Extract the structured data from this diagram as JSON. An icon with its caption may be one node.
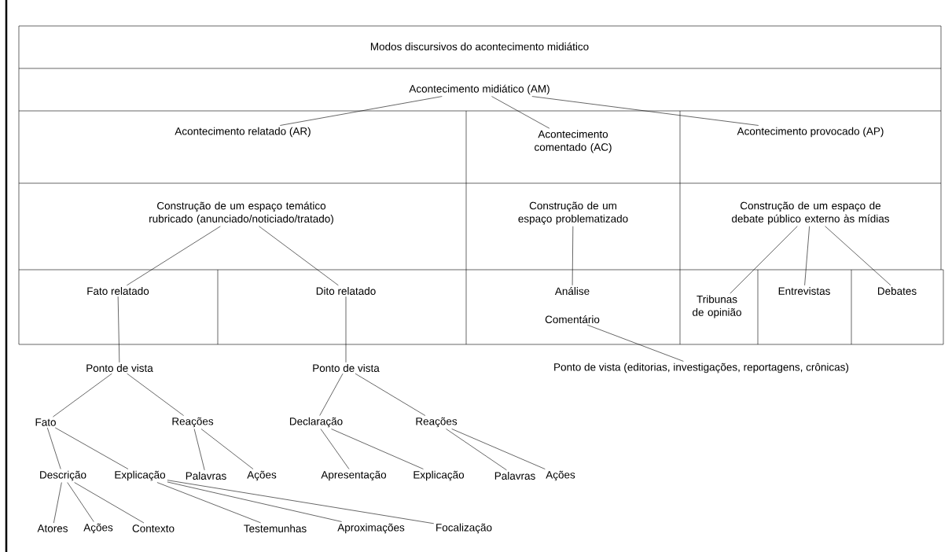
{
  "diagram": {
    "nodes": [
      {
        "text": [
          "Modos discursivos do acontecimento midiático"
        ]
      },
      {
        "text": [
          "Acontecimento midiático (AM)"
        ]
      },
      {
        "text": [
          "Acontecimento relatado (AR)"
        ]
      },
      {
        "text": [
          "Acontecimento comentado (AC)"
        ]
      },
      {
        "text": [
          "Acontecimento provocado (AP)"
        ]
      },
      {
        "text": [
          "Construção de um espaço temático rubricado (anunciado/noticiado/tratado)"
        ]
      },
      {
        "text": [
          "Construção de um espaço problematizado"
        ]
      },
      {
        "text": [
          "Construção de um espaço de debate público externo às mídias"
        ]
      },
      {
        "text": [
          "Fato relatado"
        ]
      },
      {
        "text": [
          "Dito relatado"
        ]
      },
      {
        "text": [
          "Análise"
        ]
      },
      {
        "text": [
          "Comentário"
        ]
      },
      {
        "text": [
          "Tribunas de opinião"
        ]
      },
      {
        "text": [
          "Entrevistas"
        ]
      },
      {
        "text": [
          "Debates"
        ]
      },
      {
        "text": [
          "Ponto de vista"
        ]
      },
      {
        "text": [
          "Ponto de vista"
        ]
      },
      {
        "text": [
          "Ponto de vista (editorias, investigações, reportagens, crônicas)"
        ]
      },
      {
        "text": [
          "Fato"
        ]
      },
      {
        "text": [
          "Reações"
        ]
      },
      {
        "text": [
          "Declaração"
        ]
      },
      {
        "text": [
          "Reações"
        ]
      },
      {
        "text": [
          "Descrição"
        ]
      },
      {
        "text": [
          "Explicação"
        ]
      },
      {
        "text": [
          "Palavras"
        ]
      },
      {
        "text": [
          "Ações"
        ]
      },
      {
        "text": [
          "Apresentação"
        ]
      },
      {
        "text": [
          "Explicação"
        ]
      },
      {
        "text": [
          "Palavras"
        ]
      },
      {
        "text": [
          "Ações"
        ]
      },
      {
        "text": [
          "Atores"
        ]
      },
      {
        "text": [
          "Ações"
        ]
      },
      {
        "text": [
          "Contexto"
        ]
      },
      {
        "text": [
          "Testemunhas"
        ]
      },
      {
        "text": [
          "Aproximações"
        ]
      },
      {
        "text": [
          "Focalização"
        ]
      }
    ],
    "edges": [
      {
        "from": 1,
        "to": 2,
        "arrow": "none"
      },
      {
        "from": 1,
        "to": 3,
        "arrow": "none"
      },
      {
        "from": 1,
        "to": 4,
        "arrow": "none"
      },
      {
        "from": 5,
        "to": 8,
        "arrow": "none"
      },
      {
        "from": 5,
        "to": 9,
        "arrow": "none"
      },
      {
        "from": 6,
        "to": 10,
        "arrow": "none"
      },
      {
        "from": 7,
        "to": 12,
        "arrow": "none"
      },
      {
        "from": 7,
        "to": 13,
        "arrow": "none"
      },
      {
        "from": 7,
        "to": 14,
        "arrow": "none"
      },
      {
        "from": 8,
        "to": 15,
        "arrow": "none"
      },
      {
        "from": 9,
        "to": 16,
        "arrow": "none"
      },
      {
        "from": 11,
        "to": 17,
        "arrow": "none"
      },
      {
        "from": 15,
        "to": 18,
        "arrow": "none"
      },
      {
        "from": 15,
        "to": 19,
        "arrow": "none"
      },
      {
        "from": 16,
        "to": 20,
        "arrow": "none"
      },
      {
        "from": 16,
        "to": 21,
        "arrow": "none"
      },
      {
        "from": 18,
        "to": 22,
        "arrow": "none"
      },
      {
        "from": 18,
        "to": 23,
        "arrow": "none"
      },
      {
        "from": 19,
        "to": 24,
        "arrow": "none"
      },
      {
        "from": 19,
        "to": 25,
        "arrow": "none"
      },
      {
        "from": 20,
        "to": 26,
        "arrow": "none"
      },
      {
        "from": 20,
        "to": 27,
        "arrow": "none"
      },
      {
        "from": 21,
        "to": 28,
        "arrow": "none"
      },
      {
        "from": 21,
        "to": 29,
        "arrow": "none"
      },
      {
        "from": 22,
        "to": 30,
        "arrow": "none"
      },
      {
        "from": 22,
        "to": 31,
        "arrow": "none"
      },
      {
        "from": 22,
        "to": 32,
        "arrow": "none"
      },
      {
        "from": 23,
        "to": 33,
        "arrow": "none"
      },
      {
        "from": 23,
        "to": 34,
        "arrow": "none"
      },
      {
        "from": 23,
        "to": 35,
        "arrow": "none"
      }
    ]
  }
}
